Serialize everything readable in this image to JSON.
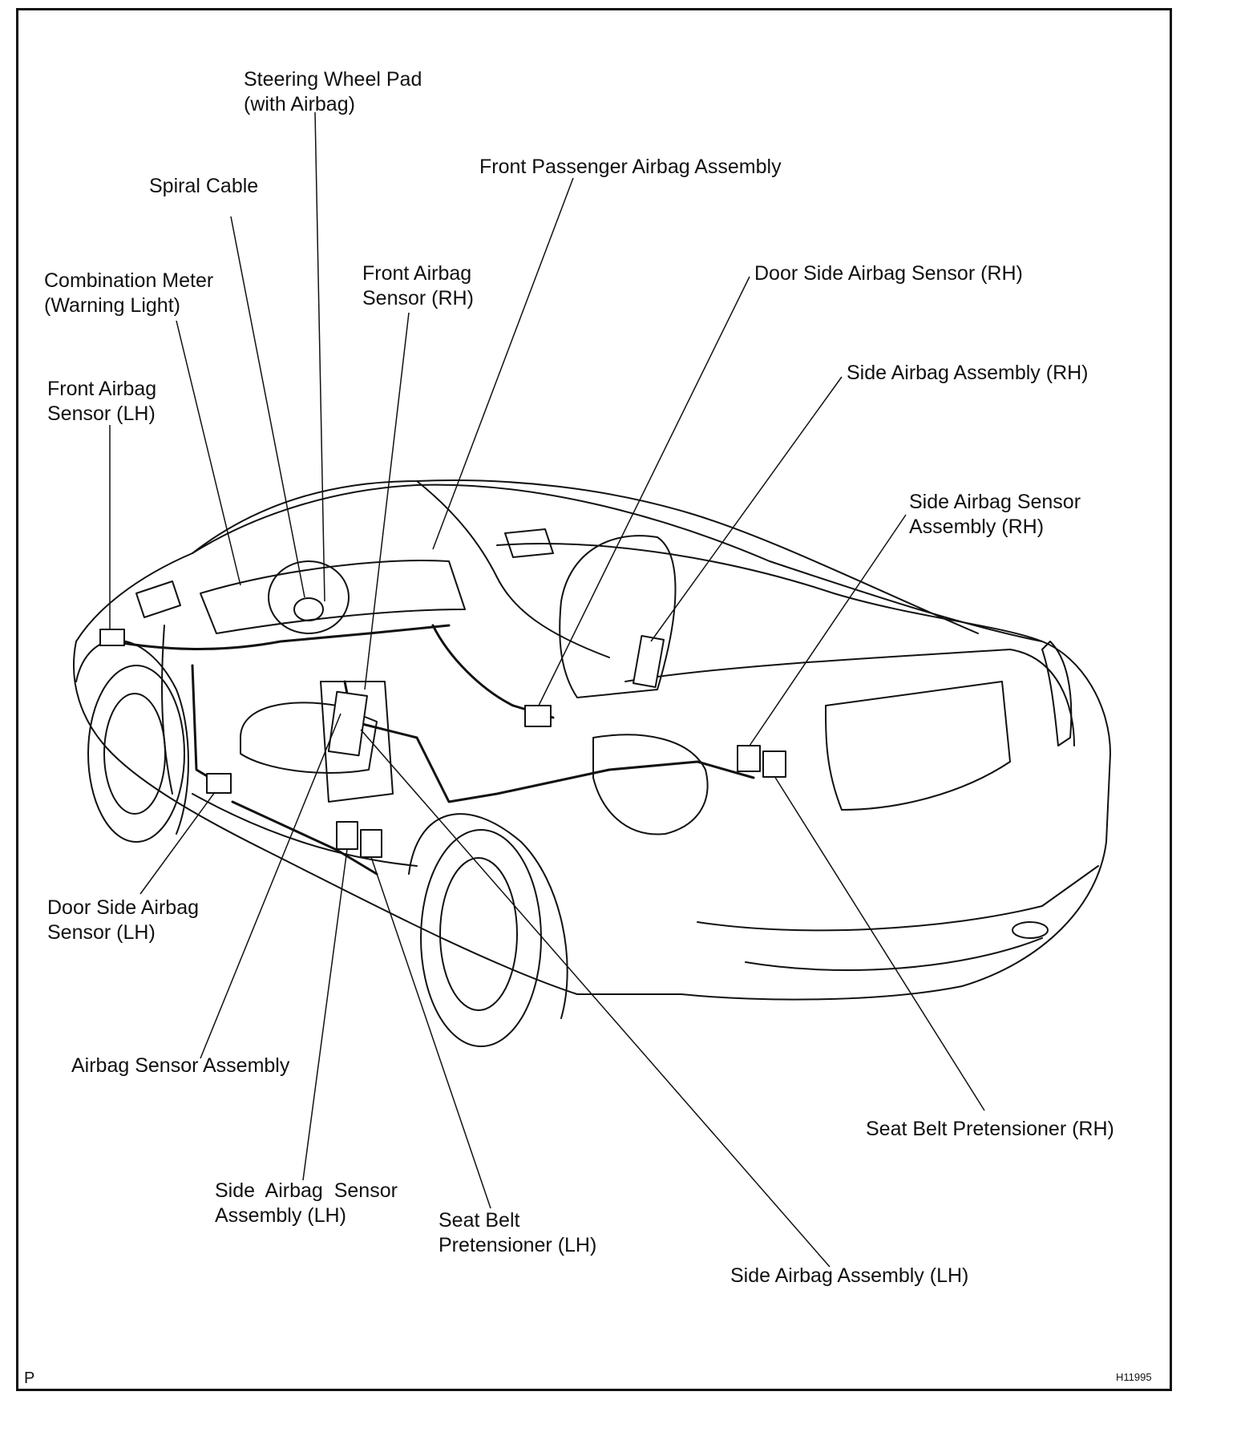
{
  "labels": {
    "steering_wheel_pad": "Steering Wheel Pad\n(with Airbag)",
    "spiral_cable": "Spiral Cable",
    "front_passenger_airbag": "Front Passenger Airbag Assembly",
    "combination_meter": "Combination Meter\n(Warning Light)",
    "front_airbag_sensor_rh": "Front Airbag\nSensor (RH)",
    "door_side_sensor_rh": "Door Side Airbag Sensor (RH)",
    "side_airbag_assembly_rh": "Side Airbag Assembly (RH)",
    "front_airbag_sensor_lh": "Front Airbag\nSensor (LH)",
    "side_airbag_sensor_assembly_rh": "Side Airbag Sensor\nAssembly (RH)",
    "door_side_sensor_lh": "Door Side Airbag\nSensor (LH)",
    "airbag_sensor_assembly": "Airbag Sensor Assembly",
    "seat_belt_pretensioner_rh": "Seat Belt Pretensioner (RH)",
    "side_airbag_sensor_assembly_lh": "Side  Airbag  Sensor\nAssembly (LH)",
    "seat_belt_pretensioner_lh": "Seat Belt\nPretensioner (LH)",
    "side_airbag_assembly_lh": "Side Airbag Assembly (LH)"
  },
  "corner_mark": "P",
  "figure_code": "H11995",
  "line_color": "#111111"
}
